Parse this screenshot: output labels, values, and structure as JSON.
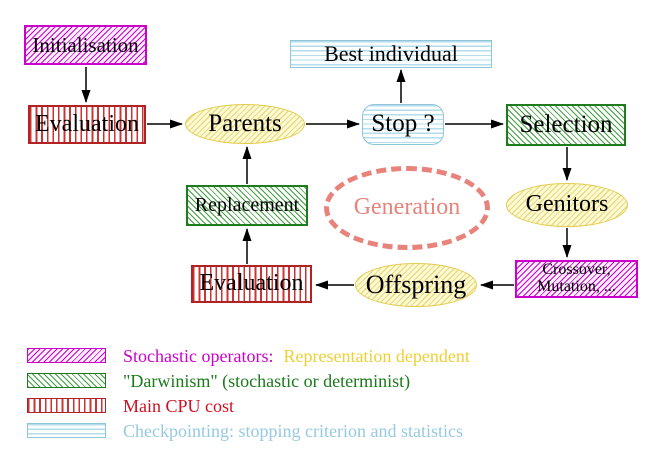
{
  "nodes": {
    "initialisation": "Initialisation",
    "evaluation_top": "Evaluation",
    "parents": "Parents",
    "best_individual": "Best individual",
    "stop": "Stop ?",
    "selection": "Selection",
    "replacement": "Replacement",
    "generation": "Generation",
    "genitors": "Genitors",
    "evaluation_bottom": "Evaluation",
    "crossover": {
      "line1": "Crossover,",
      "line2": "Mutation, ..."
    },
    "offspring": "Offspring"
  },
  "legend": {
    "stochastic_label": "Stochastic operators:",
    "stochastic_value": "Representation dependent",
    "darwinism": "\"Darwinism\" (stochastic or determinist)",
    "cpu": "Main CPU cost",
    "checkpointing": "Checkpointing: stopping criterion and statistics"
  },
  "colors": {
    "magenta": "#cc00cc",
    "magentaFill": "#fceffc",
    "green": "#1e7b1e",
    "greenLine": "#3f9e3f",
    "greenText": "#1a7a1a",
    "red": "#b22222",
    "redLine": "#cc3333",
    "redText": "#cc1122",
    "cyanBorder": "#8ec6da",
    "cyanLine": "#b5dcea",
    "cyanText": "#96cae0",
    "yellowBorder": "#e2cb4e",
    "yellowLine": "#ead97d",
    "yellowFill": "#fdfad6",
    "salmon": "#e8837b",
    "gold": "#eecf35",
    "arrow": "#000000"
  }
}
